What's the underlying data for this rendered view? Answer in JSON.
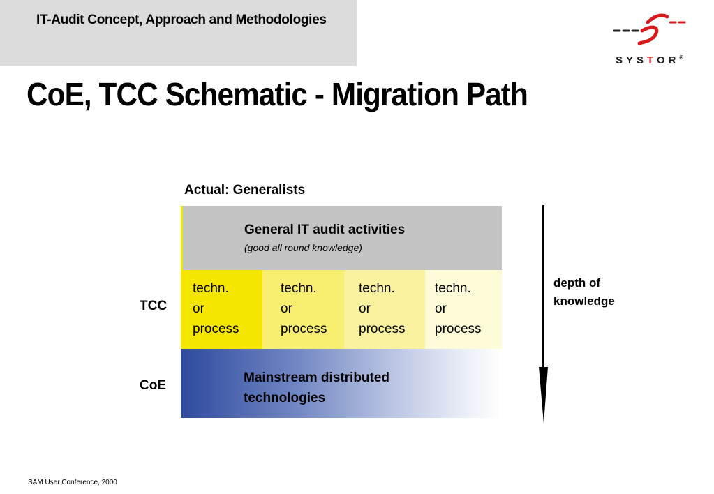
{
  "header": {
    "title": "IT-Audit Concept, Approach and Methodologies",
    "logo_text_dark": "SYS",
    "logo_text_red": "T",
    "logo_text_rest": "OR",
    "logo_mark": "®"
  },
  "slide": {
    "title": "CoE, TCC Schematic - Migration Path"
  },
  "diagram": {
    "actual_label": "Actual: Generalists",
    "general": {
      "title": "General IT audit activities",
      "subtitle": "(good all round knowledge)"
    },
    "tcc_label": "TCC",
    "tcc_cells": [
      {
        "text": "techn.\nor\nprocess",
        "color": "#f5e600"
      },
      {
        "text": "techn.\nor\nprocess",
        "color": "#f8ee70"
      },
      {
        "text": "techn.\nor\nprocess",
        "color": "#faf29e"
      },
      {
        "text": "techn.\nor\nprocess",
        "color": "#fdfbd8"
      }
    ],
    "coe_label": "CoE",
    "coe_text": "Mainstream distributed\ntechnologies",
    "depth_label": "depth of\nknowledge"
  },
  "footer": {
    "text": "SAM User Conference, 2000"
  },
  "colors": {
    "header_band": "#dcdcdc",
    "general_block": "#c4c4c4",
    "coe_start": "#2f4a9e",
    "logo_red": "#d41a1a"
  }
}
